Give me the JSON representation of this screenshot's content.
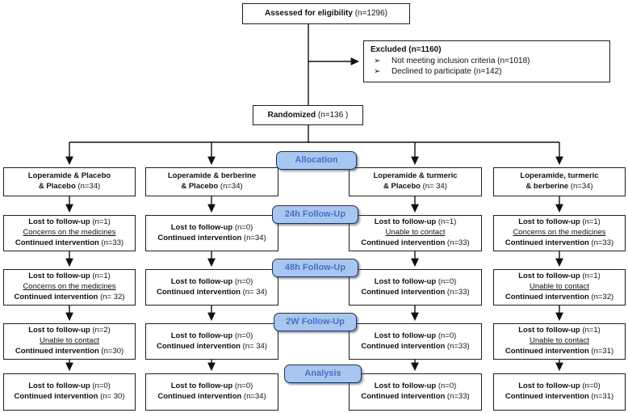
{
  "labels": {
    "lost": "Lost to follow-up",
    "cont": "Continued intervention"
  },
  "top": {
    "assessed": {
      "bold": "Assessed for eligibility",
      "rest": " (n=1296)"
    },
    "excluded": {
      "title_bold": "Excluded",
      "title_rest": "  (n=1160)",
      "bullet": "➢",
      "items": [
        "Not meeting inclusion criteria (n=1018)",
        "Declined to participate (n=142)"
      ]
    },
    "randomized": {
      "bold": "Randomized",
      "rest": " (n=136 )"
    }
  },
  "badges": {
    "allocation": "Allocation",
    "f24": "24h Follow-Up",
    "f48": "48h Follow-Up",
    "f2w": "2W Follow-Up",
    "analysis": "Analysis"
  },
  "alloc": [
    {
      "l1": "Loperamide & Placebo",
      "l2b": "& Placebo",
      "l2n": " (n=34)"
    },
    {
      "l1": "Loperamide & berberine",
      "l2b": "& Placebo",
      "l2n": " (n=34)"
    },
    {
      "l1": "Loperamide & turmeric",
      "l2b": "& Placebo",
      "l2n": " (n= 34)"
    },
    {
      "l1": "Loperamide, turmeric",
      "l2b": "& berberine",
      "l2n": " (n=34)"
    }
  ],
  "rows": {
    "h24": [
      {
        "lost_n": " (n=1)",
        "reason": "Concerns on the medicines",
        "cont_n": " (n=33)"
      },
      {
        "lost_n": " (n=0)",
        "reason": "",
        "cont_n": " (n=34)"
      },
      {
        "lost_n": " (n=1)",
        "reason": "Unable to  contact",
        "cont_n": " (n=33)"
      },
      {
        "lost_n": " (n=1)",
        "reason": "Concerns on the medicines",
        "cont_n": " (n=33)"
      }
    ],
    "h48": [
      {
        "lost_n": " (n=1)",
        "reason": "Concerns on the medicines",
        "cont_n": " (n= 32)"
      },
      {
        "lost_n": " (n=0)",
        "reason": "",
        "cont_n": " (n= 34)"
      },
      {
        "lost_n": " (n=0)",
        "reason": "",
        "cont_n": " (n=33)"
      },
      {
        "lost_n": " (n=1)",
        "reason": "Unable to contact",
        "cont_n": " (n=32)"
      }
    ],
    "w2": [
      {
        "lost_n": " (n=2)",
        "reason": "Unable to contact",
        "cont_n": " (n=30)"
      },
      {
        "lost_n": " (n=0)",
        "reason": "",
        "cont_n": " (n= 34)"
      },
      {
        "lost_n": " (n=0)",
        "reason": "",
        "cont_n": " (n=33)"
      },
      {
        "lost_n": " (n=1)",
        "reason": "Unable to contact",
        "cont_n": " (n=31)"
      }
    ],
    "an": [
      {
        "lost_n": " (n=0)",
        "reason": "",
        "cont_n": " (n= 30)"
      },
      {
        "lost_n": " (n=0)",
        "reason": "",
        "cont_n": " (n=34)"
      },
      {
        "lost_n": " (n=0)",
        "reason": "",
        "cont_n": " (n=33)"
      },
      {
        "lost_n": " (n=0)",
        "reason": "",
        "cont_n": " (n=31)"
      }
    ]
  },
  "colors": {
    "badge_fill": "#A9C6F0",
    "badge_text": "#4472C4",
    "badge_border": "#16365C",
    "box_border": "#1F1F1F"
  }
}
